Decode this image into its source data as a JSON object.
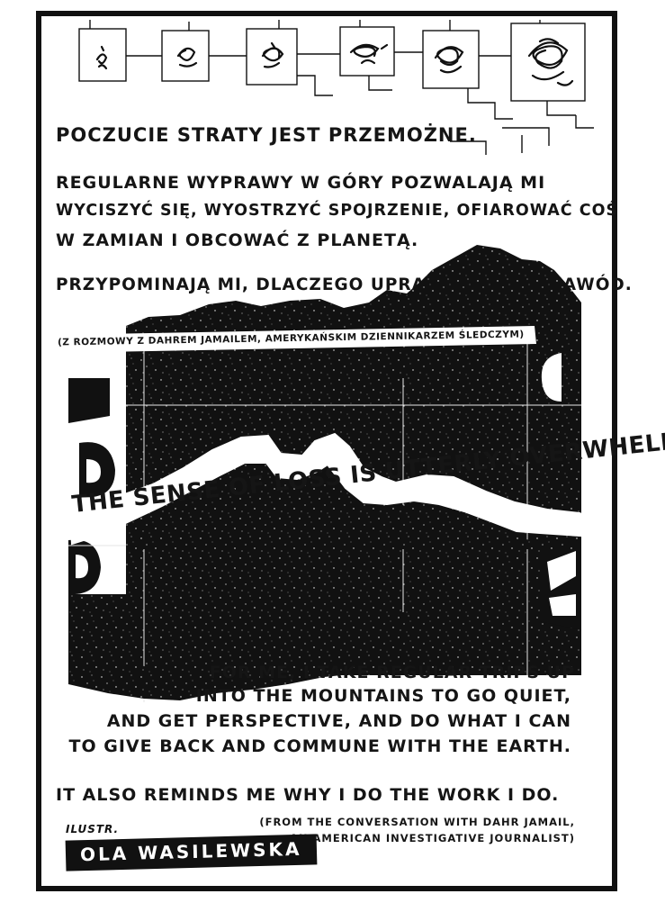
{
  "texts": {
    "pl_heading": "POCZUCIE STRATY JEST PRZEMOŻNE.",
    "pl_para1_line1": "REGULARNE WYPRAWY W GÓRY POZWALAJĄ MI",
    "pl_para1_line2": "WYCISZYĆ SIĘ, WYOSTRZYĆ SPOJRZENIE, OFIAROWAĆ COŚ",
    "pl_para1_line3": "W ZAMIAN I OBCOWAĆ Z PLANETĄ.",
    "pl_para2": "PRZYPOMINAJĄ MI, DLACZEGO UPRAWIAM SWÓJ ZAWÓD.",
    "pl_source": "(Z ROZMOWY Z DAHREM JAMAILEM, AMERYKAŃSKIM DZIENNIKARZEM ŚLEDCZYM)",
    "en_heading": "THE SENSE OF LOSS IS UTTERLY OVERWHELMING.",
    "en_para1_line1": "FOR ME, I TAKE REGULAR TRIPS UP",
    "en_para1_line2": "INTO THE MOUNTAINS TO GO QUIET,",
    "en_para1_line3": "AND GET PERSPECTIVE, AND DO WHAT I CAN",
    "en_para1_line4": "TO GIVE BACK AND COMMUNE WITH THE EARTH.",
    "en_para2": "IT ALSO REMINDS ME WHY I DO THE WORK I DO.",
    "en_source_line1": "(FROM THE CONVERSATION WITH DAHR JAMAIL,",
    "en_source_line2": "AN AMERICAN INVESTIGATIVE JOURNALIST)",
    "credit_label": "ILUSTR.",
    "credit_name": "OLA WASILEWSKA"
  },
  "colors": {
    "ink": "#111111",
    "paper": "#ffffff"
  },
  "icons": [
    "scribble-icon"
  ]
}
